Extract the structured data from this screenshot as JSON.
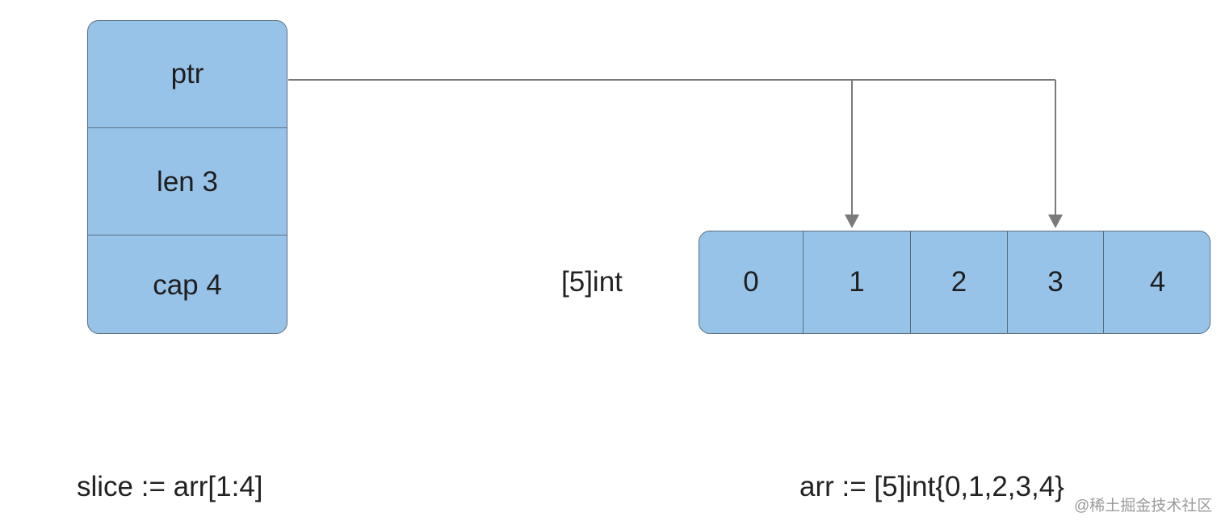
{
  "slice_struct": {
    "fields": [
      {
        "label": "ptr"
      },
      {
        "label": "len 3"
      },
      {
        "label": "cap 4"
      }
    ]
  },
  "array": {
    "type_label": "[5]int",
    "cells": [
      "0",
      "1",
      "2",
      "3",
      "4"
    ]
  },
  "pointer": {
    "from": "ptr",
    "targets": [
      "1",
      "3"
    ]
  },
  "code": {
    "slice_expr": "slice := arr[1:4]",
    "array_expr": "arr := [5]int{0,1,2,3,4}"
  },
  "watermark": "@稀土掘金技术社区",
  "colors": {
    "box_fill": "#98c3e8",
    "box_border": "#5a6e80",
    "arrow": "#7a7a7a"
  }
}
